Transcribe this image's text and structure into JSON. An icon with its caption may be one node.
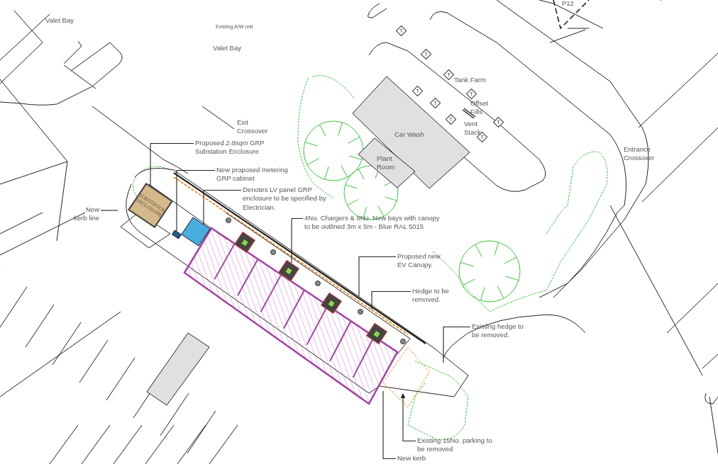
{
  "diagram": {
    "nodes": [
      {
        "text": [
          "Car Wash"
        ]
      },
      {
        "text": [
          "Plant Room"
        ]
      },
      {
        "text": [
          "Proposed *2.8sqm* GRP Substation Enclosure"
        ]
      },
      {
        "text": [
          "New proposed metering GRP cabinet"
        ]
      },
      {
        "text": [
          "Denotes LV panel GRP enclosure to be specified by Electrician."
        ]
      },
      {
        "text": [
          "New kerb line"
        ]
      },
      {
        "text": [
          "SUBSTATION ENCLOSURE"
        ]
      },
      {
        "text": [],
        "shape": "box"
      },
      {
        "text": [],
        "shape": "box"
      },
      {
        "text": [],
        "shape": "box"
      },
      {
        "text": [],
        "shape": "box"
      },
      {
        "text": [],
        "shape": "box"
      },
      {
        "text": [],
        "shape": "box"
      },
      {
        "text": [
          "4No. Chargers & 8No. New bays with canopy to be outlined 3m x 5m - Blue RAL 5015"
        ]
      },
      {
        "text": [
          "Proposed new EV Canopy."
        ]
      },
      {
        "text": [
          "Hedge to be removed."
        ]
      },
      {
        "text": [
          "Existing hedge to be removed."
        ]
      },
      {
        "text": [
          "Existing 15No. parking to be removed"
        ]
      },
      {
        "text": [
          "New kerb"
        ]
      }
    ],
    "edges": [
      {
        "from": 2,
        "to": 6,
        "arrow": "none"
      },
      {
        "from": 3,
        "to": 7,
        "arrow": "none"
      },
      {
        "from": 4,
        "to": 8,
        "arrow": "none"
      },
      {
        "from": 5,
        "to": null,
        "arrow": "none"
      },
      {
        "from": 13,
        "to": 10,
        "arrow": "none"
      },
      {
        "from": 14,
        "to": null,
        "arrow": "none"
      },
      {
        "from": 15,
        "to": null,
        "arrow": "none"
      },
      {
        "from": 16,
        "to": null,
        "arrow": "none"
      },
      {
        "from": 17,
        "to": null,
        "arrow": "to"
      },
      {
        "from": 18,
        "to": null,
        "arrow": "none"
      }
    ],
    "labels": [
      "P12",
      "Valet Bay",
      "Existing A/W unit",
      "Valet Bay",
      "T",
      "T",
      "T",
      "Tank Farm",
      "T",
      "Offset Fills",
      "T",
      "Vent Stack",
      "T",
      "T",
      "T",
      "T",
      "Exit Crossover",
      "Entrance Crossover"
    ]
  }
}
